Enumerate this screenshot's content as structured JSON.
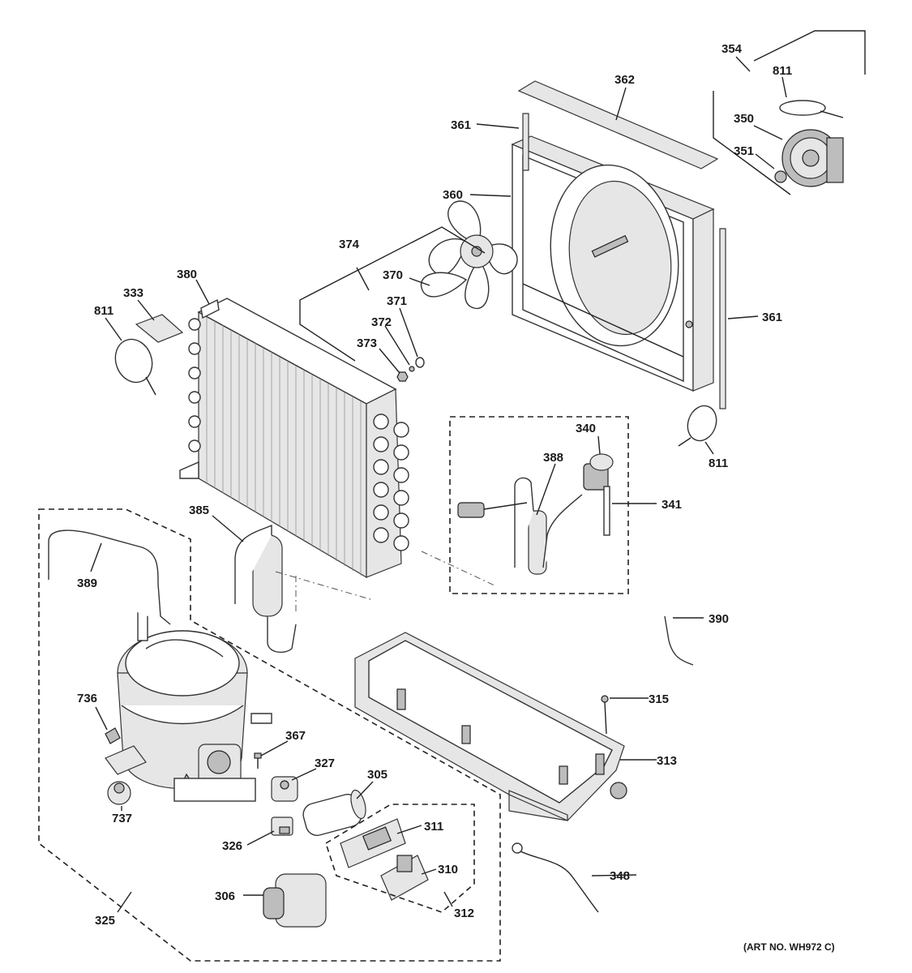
{
  "diagram": {
    "art_number": "(ART NO. WH972 C)",
    "labels": {
      "l354": "354",
      "l811a": "811",
      "l350": "350",
      "l351": "351",
      "l362": "362",
      "l361a": "361",
      "l360": "360",
      "l361b": "361",
      "l374": "374",
      "l370": "370",
      "l371": "371",
      "l372": "372",
      "l373": "373",
      "l380": "380",
      "l333": "333",
      "l811b": "811",
      "l811c": "811",
      "l340": "340",
      "l388": "388",
      "l341": "341",
      "l385": "385",
      "l389": "389",
      "l390": "390",
      "l315": "315",
      "l313": "313",
      "l736": "736",
      "l367": "367",
      "l327": "327",
      "l305": "305",
      "l737": "737",
      "l311": "311",
      "l326": "326",
      "l310": "310",
      "l348": "348",
      "l306": "306",
      "l325": "325",
      "l312": "312"
    }
  }
}
